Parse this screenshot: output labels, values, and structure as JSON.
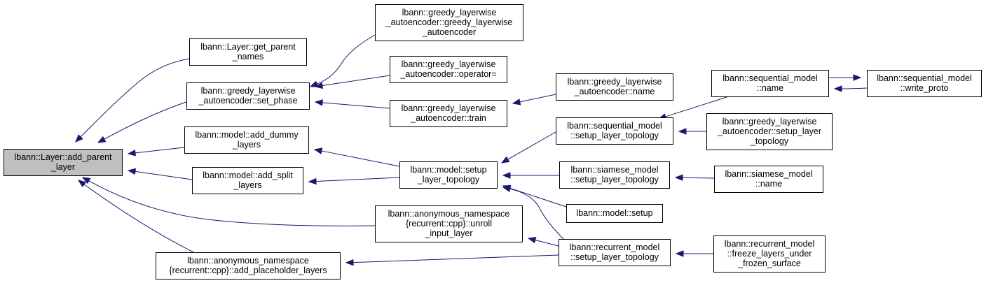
{
  "graph": {
    "edge_color": "#191970",
    "root_fill": "#bfbfbf",
    "nodes": [
      {
        "id": "add_parent_layer",
        "lines": [
          "lbann::Layer::add_parent",
          "_layer"
        ],
        "root": true
      },
      {
        "id": "get_parent_names",
        "lines": [
          "lbann::Layer::get_parent",
          "_names"
        ]
      },
      {
        "id": "gla_set_phase",
        "lines": [
          "lbann::greedy_layerwise",
          "_autoencoder::set_phase"
        ]
      },
      {
        "id": "model_add_dummy",
        "lines": [
          "lbann::model::add_dummy",
          "_layers"
        ]
      },
      {
        "id": "model_add_split",
        "lines": [
          "lbann::model::add_split",
          "_layers"
        ]
      },
      {
        "id": "add_placeholder",
        "lines": [
          "lbann::anonymous_namespace",
          "{recurrent::cpp}::add_placeholder_layers"
        ]
      },
      {
        "id": "gla_ctor",
        "lines": [
          "lbann::greedy_layerwise",
          "_autoencoder::greedy_layerwise",
          "_autoencoder"
        ]
      },
      {
        "id": "gla_operator",
        "lines": [
          "lbann::greedy_layerwise",
          "_autoencoder::operator="
        ]
      },
      {
        "id": "gla_train",
        "lines": [
          "lbann::greedy_layerwise",
          "_autoencoder::train"
        ]
      },
      {
        "id": "model_setup_topo",
        "lines": [
          "lbann::model::setup",
          "_layer_topology"
        ]
      },
      {
        "id": "unroll_input",
        "lines": [
          "lbann::anonymous_namespace",
          "{recurrent::cpp}::unroll",
          "_input_layer"
        ]
      },
      {
        "id": "gla_name",
        "lines": [
          "lbann::greedy_layerwise",
          "_autoencoder::name"
        ]
      },
      {
        "id": "seq_setup_topo",
        "lines": [
          "lbann::sequential_model",
          "::setup_layer_topology"
        ]
      },
      {
        "id": "siamese_setup_topo",
        "lines": [
          "lbann::siamese_model",
          "::setup_layer_topology"
        ]
      },
      {
        "id": "model_setup",
        "lines": [
          "lbann::model::setup"
        ]
      },
      {
        "id": "rec_setup_topo",
        "lines": [
          "lbann::recurrent_model",
          "::setup_layer_topology"
        ]
      },
      {
        "id": "seq_name",
        "lines": [
          "lbann::sequential_model",
          "::name"
        ]
      },
      {
        "id": "gla_setup_layer_topo",
        "lines": [
          "lbann::greedy_layerwise",
          "_autoencoder::setup_layer",
          "_topology"
        ]
      },
      {
        "id": "siamese_name",
        "lines": [
          "lbann::siamese_model",
          "::name"
        ]
      },
      {
        "id": "rec_freeze",
        "lines": [
          "lbann::recurrent_model",
          "::freeze_layers_under",
          "_frozen_surface"
        ]
      },
      {
        "id": "seq_write_proto",
        "lines": [
          "lbann::sequential_model",
          "::write_proto"
        ]
      }
    ],
    "edges": [
      {
        "from": "get_parent_names",
        "to": "add_parent_layer"
      },
      {
        "from": "gla_set_phase",
        "to": "add_parent_layer"
      },
      {
        "from": "model_add_dummy",
        "to": "add_parent_layer"
      },
      {
        "from": "model_add_split",
        "to": "add_parent_layer"
      },
      {
        "from": "unroll_input",
        "to": "add_parent_layer"
      },
      {
        "from": "add_placeholder",
        "to": "add_parent_layer"
      },
      {
        "from": "gla_ctor",
        "to": "gla_set_phase"
      },
      {
        "from": "gla_operator",
        "to": "gla_set_phase"
      },
      {
        "from": "gla_train",
        "to": "gla_set_phase"
      },
      {
        "from": "model_setup_topo",
        "to": "model_add_dummy"
      },
      {
        "from": "model_setup_topo",
        "to": "model_add_split"
      },
      {
        "from": "rec_setup_topo",
        "to": "add_placeholder"
      },
      {
        "from": "gla_name",
        "to": "gla_train"
      },
      {
        "from": "seq_setup_topo",
        "to": "model_setup_topo"
      },
      {
        "from": "siamese_setup_topo",
        "to": "model_setup_topo"
      },
      {
        "from": "model_setup",
        "to": "model_setup_topo"
      },
      {
        "from": "rec_setup_topo",
        "to": "model_setup_topo"
      },
      {
        "from": "rec_setup_topo",
        "to": "unroll_input"
      },
      {
        "from": "seq_name",
        "to": "seq_setup_topo"
      },
      {
        "from": "gla_setup_layer_topo",
        "to": "seq_setup_topo"
      },
      {
        "from": "siamese_name",
        "to": "siamese_setup_topo"
      },
      {
        "from": "rec_freeze",
        "to": "rec_setup_topo"
      },
      {
        "from": "seq_write_proto",
        "to": "seq_name"
      },
      {
        "from": "seq_name",
        "to": "seq_write_proto"
      }
    ]
  }
}
